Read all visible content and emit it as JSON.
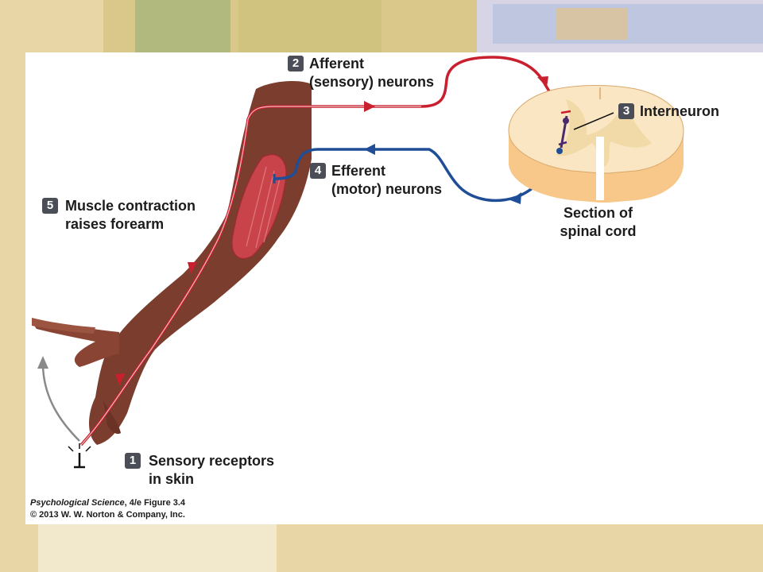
{
  "labels": {
    "step1": {
      "number": "1",
      "text_line1": "Sensory receptors",
      "text_line2": "in skin"
    },
    "step2": {
      "number": "2",
      "text_line1": "Afferent",
      "text_line2": "(sensory) neurons"
    },
    "step3": {
      "number": "3",
      "text_line1": "Interneuron"
    },
    "step4": {
      "number": "4",
      "text_line1": "Efferent",
      "text_line2": "(motor) neurons"
    },
    "step5": {
      "number": "5",
      "text_line1": "Muscle contraction",
      "text_line2": "raises forearm"
    },
    "spinal": {
      "line1": "Section of",
      "line2": "spinal cord"
    }
  },
  "credit": {
    "book_title": "Psychological Science",
    "edition": ", 4/e  Figure 3.4",
    "copyright": "© 2013 W. W. Norton & Company, Inc."
  },
  "colors": {
    "afferent": "#c8202e",
    "efferent": "#1f4e96",
    "interneuron": "#4b2a6b",
    "skin": "#7a3a2c",
    "muscle": "#c8434a",
    "spinal_cord": "#fbe6c4"
  }
}
